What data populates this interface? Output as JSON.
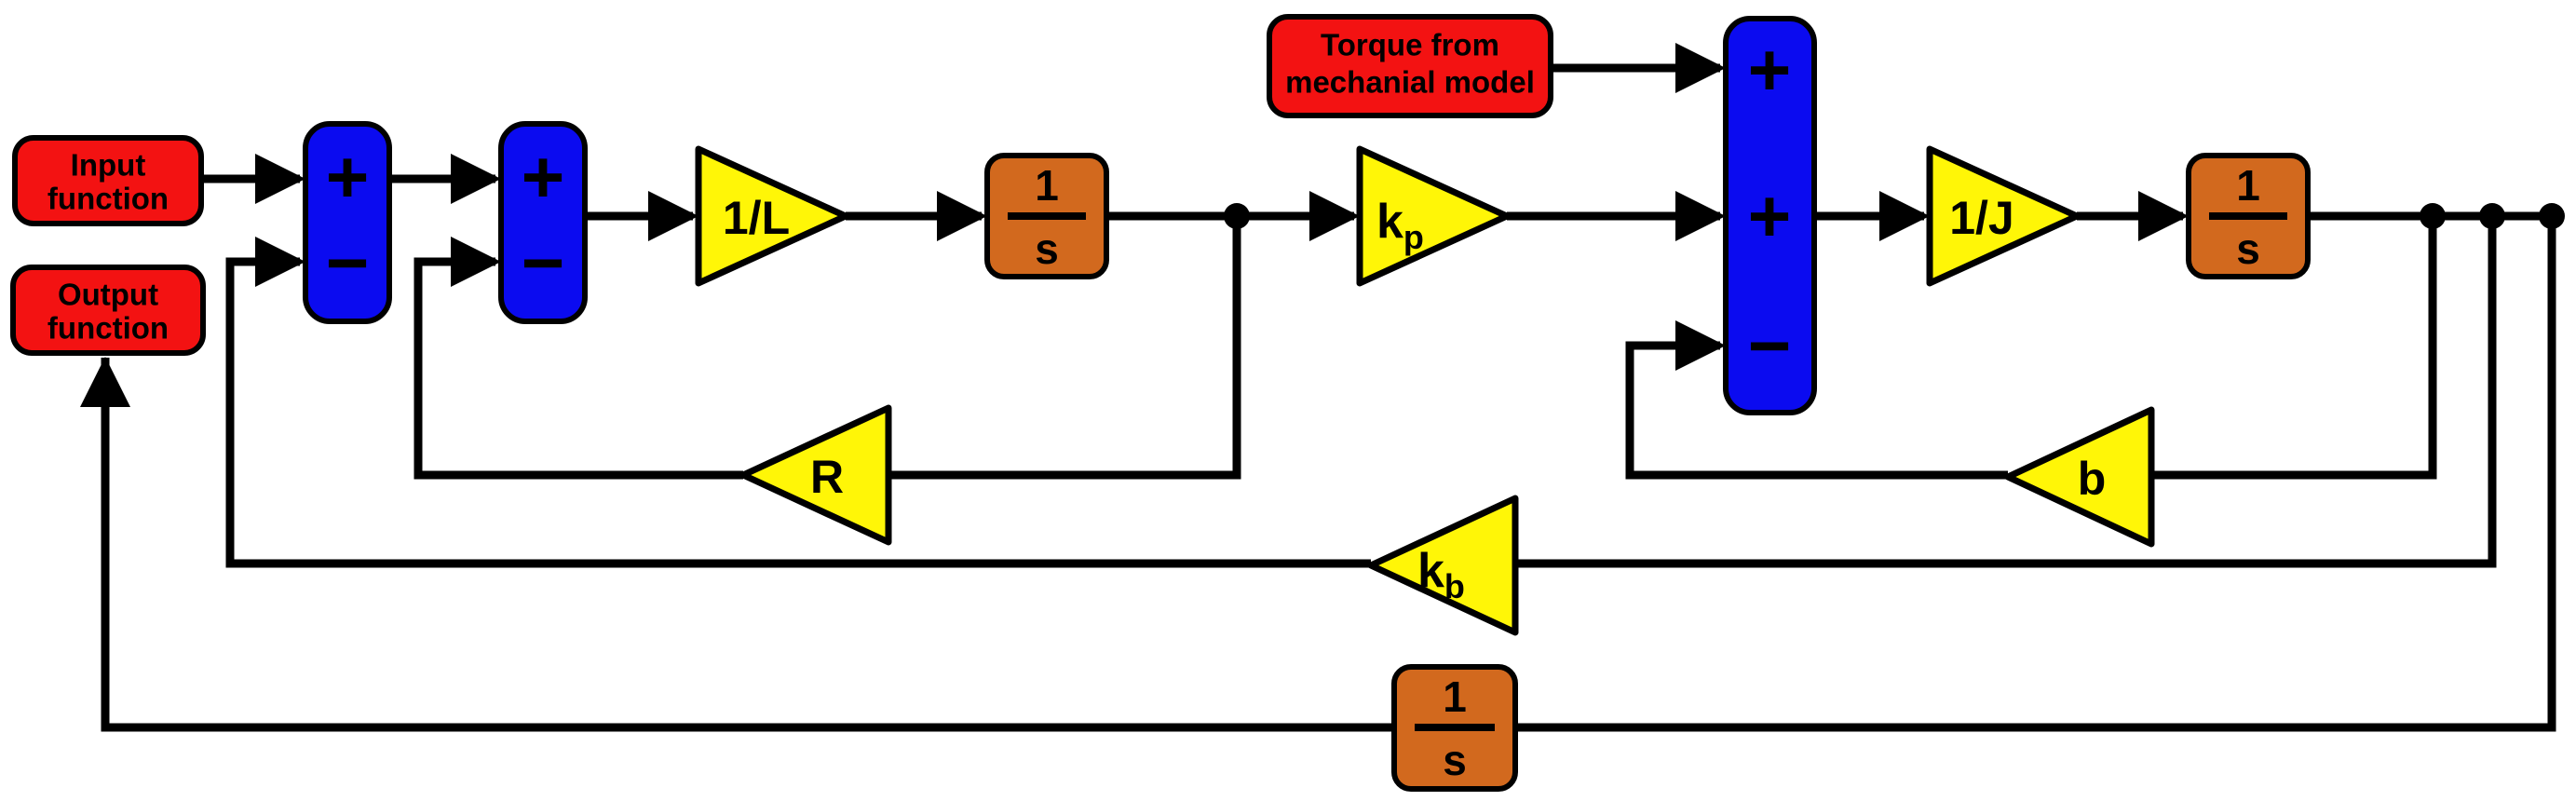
{
  "colors": {
    "source_fill": "#F31212",
    "summer_fill": "#0B0BF0",
    "gain_fill": "#FFF607",
    "integrator_fill": "#D2691E"
  },
  "blocks": {
    "input_function": {
      "label_lines": [
        "Input",
        "function"
      ]
    },
    "output_function": {
      "label_lines": [
        "Output",
        "function"
      ]
    },
    "torque_source": {
      "label_lines": [
        "Torque from",
        "mechanial model"
      ]
    },
    "summer_voltage": {
      "signs": [
        "+",
        "−"
      ]
    },
    "summer_current": {
      "signs": [
        "+",
        "−"
      ]
    },
    "summer_torque": {
      "signs": [
        "+",
        "+",
        "−"
      ]
    },
    "gain_1_over_L": {
      "label": "1/L"
    },
    "gain_kp": {
      "base": "k",
      "sub": "p"
    },
    "gain_1_over_J": {
      "label": "1/J"
    },
    "gain_R": {
      "label": "R"
    },
    "gain_b": {
      "label": "b"
    },
    "gain_kb": {
      "base": "k",
      "sub": "b"
    },
    "integrator_electrical": {
      "numerator": "1",
      "denominator": "s"
    },
    "integrator_mechanical": {
      "numerator": "1",
      "denominator": "s"
    },
    "integrator_output": {
      "numerator": "1",
      "denominator": "s"
    }
  }
}
